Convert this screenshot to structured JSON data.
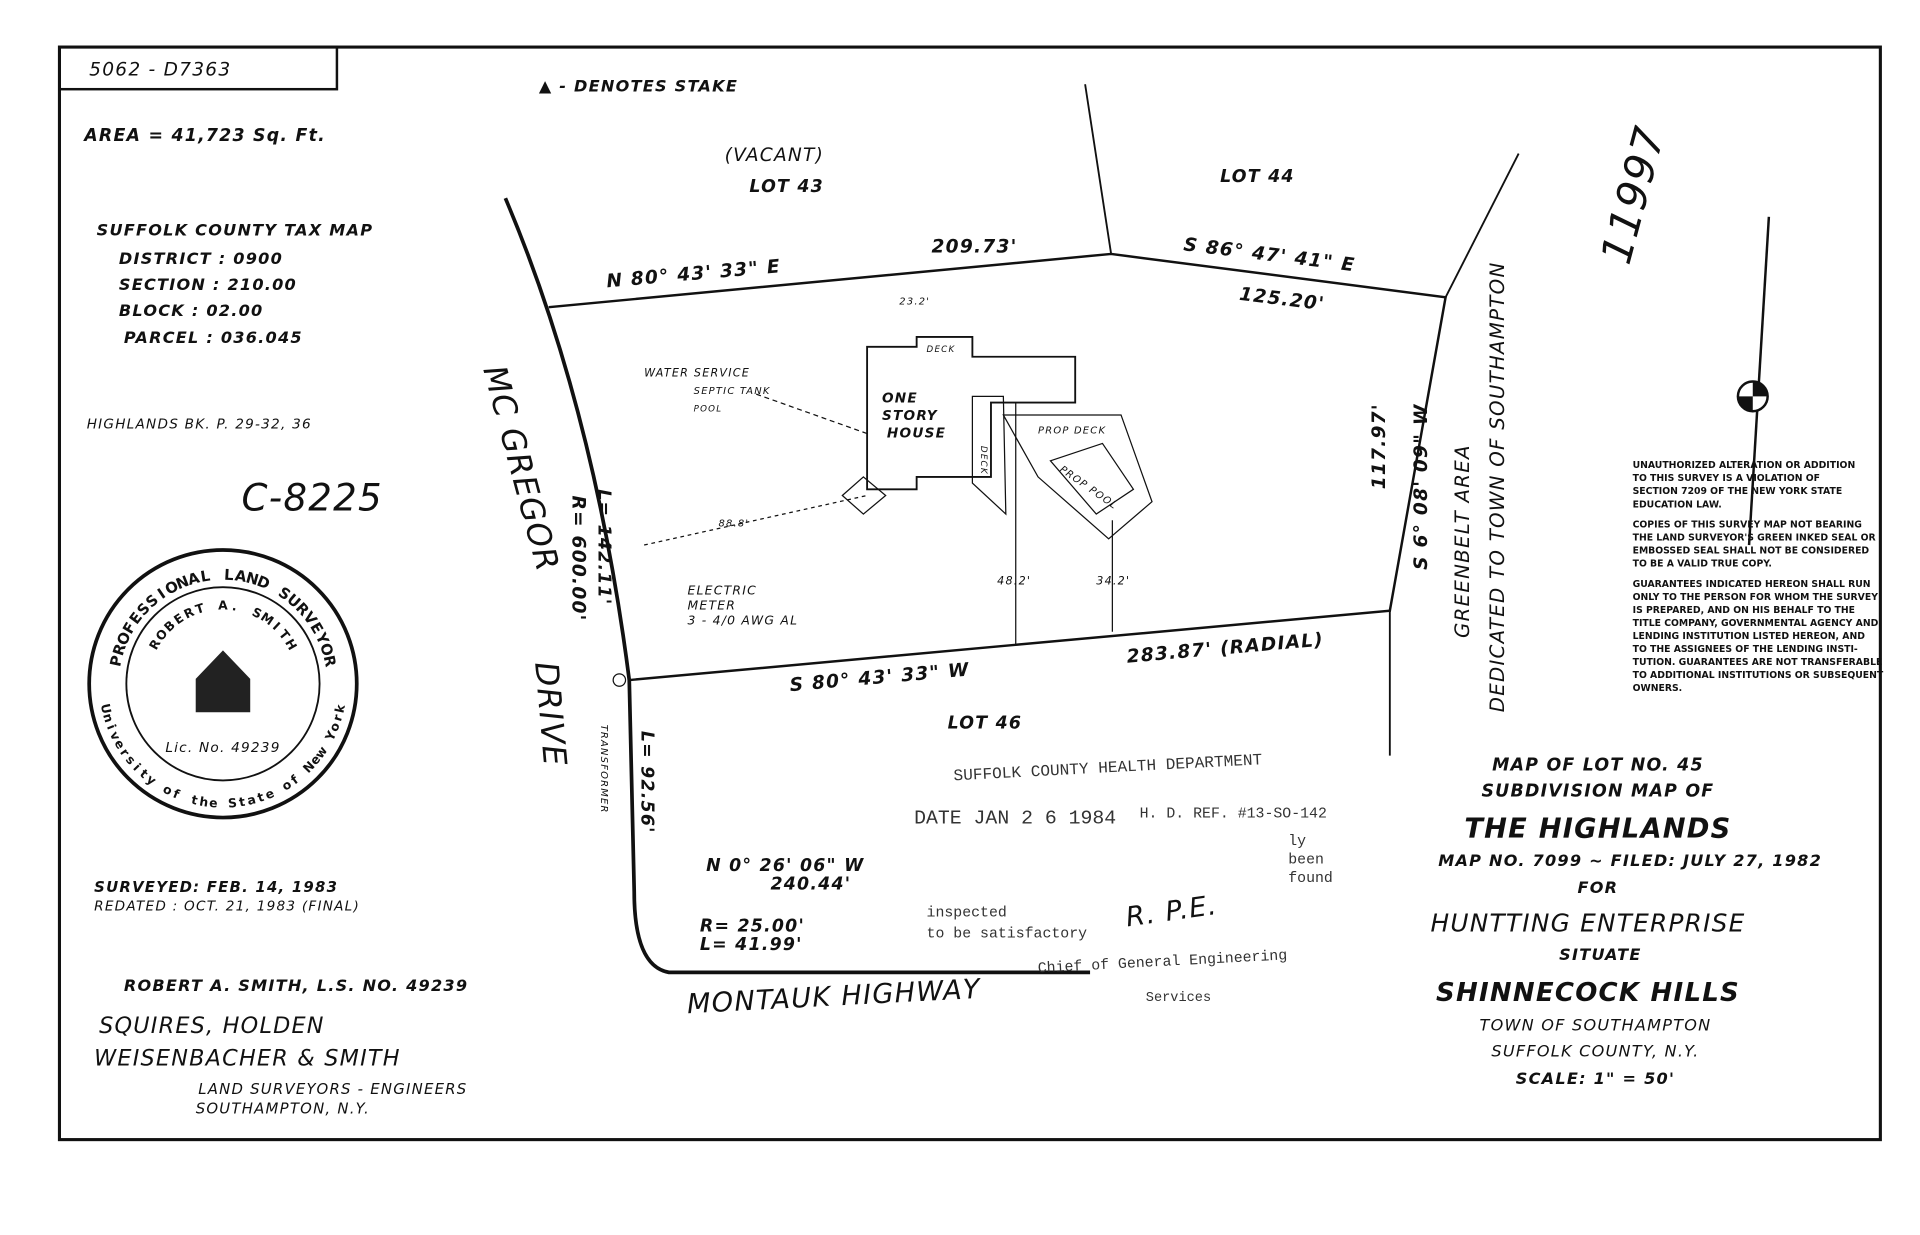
{
  "file_no": "5062 - D7363",
  "legend": "▲ - DENOTES STAKE",
  "area": "AREA = 41,723 Sq. Ft.",
  "tax_map": {
    "title": "SUFFOLK COUNTY TAX MAP",
    "district": "DISTRICT : 0900",
    "section": "SECTION : 210.00",
    "block": "BLOCK : 02.00",
    "parcel": "PARCEL : 036.045"
  },
  "highlands_ref": "HIGHLANDS BK. P. 29-32, 36",
  "c_number": "C-8225",
  "seal": {
    "outer": "PROFESSIONAL LAND SURVEYOR",
    "name": "ROBERT A. SMITH",
    "lic": "Lic. No. 49239",
    "univ": "University of the State of New York"
  },
  "surveyed": "SURVEYED: FEB. 14, 1983",
  "redated": "REDATED : OCT. 21, 1983 (FINAL)",
  "surveyor": "ROBERT A. SMITH, L.S. NO. 49239",
  "firm": [
    "SQUIRES, HOLDEN",
    "WEISENBACHER & SMITH"
  ],
  "firm_sub": [
    "LAND SURVEYORS - ENGINEERS",
    "SOUTHAMPTON, N.Y."
  ],
  "plot": {
    "vacant": "(VACANT)",
    "lot43": "LOT 43",
    "lot44": "LOT 44",
    "lot46": "LOT 46",
    "north_bearing": "N 80° 43' 33\" E",
    "north_dist": "209.73'",
    "ne_bearing": "S 86° 47' 41\" E",
    "ne_dist": "125.20'",
    "east_dist": "117.97'",
    "east_bearing": "S 6° 08' 09\" W",
    "south_bearing": "S 80° 43' 33\" W",
    "south_dist": "283.87' (RADIAL)",
    "curve_l": "L= 142.11'",
    "curve_r": "R= 600.00'",
    "l2": "L= 92.56'",
    "n_bearing": "N 0° 26' 06\" W",
    "n_dist": "240.44'",
    "r25": "R= 25.00'",
    "l41": "L= 41.99'",
    "house": [
      "ONE",
      "STORY",
      "HOUSE"
    ],
    "deck": "DECK",
    "deck2": "DECK",
    "prop_deck": "PROP DECK",
    "pool": "PROP POOL",
    "water": "WATER SERVICE",
    "septic": "SEPTIC TANK",
    "pool_label": "POOL",
    "d232": "23.2'",
    "d888": "88.8'",
    "d482": "48.2'",
    "d342": "34.2'",
    "electric": [
      "ELECTRIC",
      "METER",
      "3 - 4/0 AWG AL"
    ],
    "transformer": "TRANSFORMER"
  },
  "streets": {
    "mcgregor": "MC GREGOR",
    "drive": "DRIVE",
    "montauk": "MONTAUK HIGHWAY"
  },
  "greenbelt": [
    "GREENBELT AREA",
    "DEDICATED TO TOWN OF SOUTHAMPTON"
  ],
  "handwritten": "11997",
  "notice": [
    "UNAUTHORIZED ALTERATION OR ADDITION",
    "TO THIS SURVEY IS A VIOLATION OF",
    "SECTION 7209 OF THE NEW YORK STATE",
    "EDUCATION LAW.",
    "COPIES OF THIS SURVEY MAP NOT BEARING",
    "THE LAND SURVEYOR'S GREEN INKED SEAL OR",
    "EMBOSSED SEAL SHALL NOT BE CONSIDERED",
    "TO BE A VALID TRUE COPY.",
    "GUARANTEES INDICATED HEREON SHALL RUN",
    "ONLY TO THE PERSON FOR WHOM THE SURVEY",
    "IS PREPARED, AND ON HIS BEHALF TO THE",
    "TITLE COMPANY, GOVERNMENTAL AGENCY AND",
    "LENDING INSTITUTION LISTED HEREON, AND",
    "TO THE ASSIGNEES OF THE LENDING INSTI-",
    "TUTION. GUARANTEES ARE NOT TRANSFERABLE",
    "TO ADDITIONAL INSTITUTIONS OR SUBSEQUENT",
    "OWNERS."
  ],
  "stamp": {
    "title": "SUFFOLK COUNTY HEALTH DEPARTMENT",
    "date": "DATE JAN 2 6 1984",
    "ref": "H. D. REF. #13-SO-142",
    "l1": "ly",
    "l2": "been",
    "l3": "found",
    "l4": "inspected",
    "l5": "to be satisfactory",
    "chief": "Chief of General Engineering",
    "services": "Services",
    "signature": "R. P.E."
  },
  "title_block": {
    "map_of_lot": "MAP OF LOT NO. 45",
    "subdivision": "SUBDIVISION MAP OF",
    "name": "THE HIGHLANDS",
    "filed": "MAP NO. 7099 ~ FILED: JULY 27, 1982",
    "for": "FOR",
    "client": "HUNTTING ENTERPRISE",
    "situate": "SITUATE",
    "place": "SHINNECOCK HILLS",
    "town": "TOWN OF SOUTHAMPTON",
    "county": "SUFFOLK COUNTY, N.Y.",
    "scale": "SCALE: 1\" = 50'"
  }
}
